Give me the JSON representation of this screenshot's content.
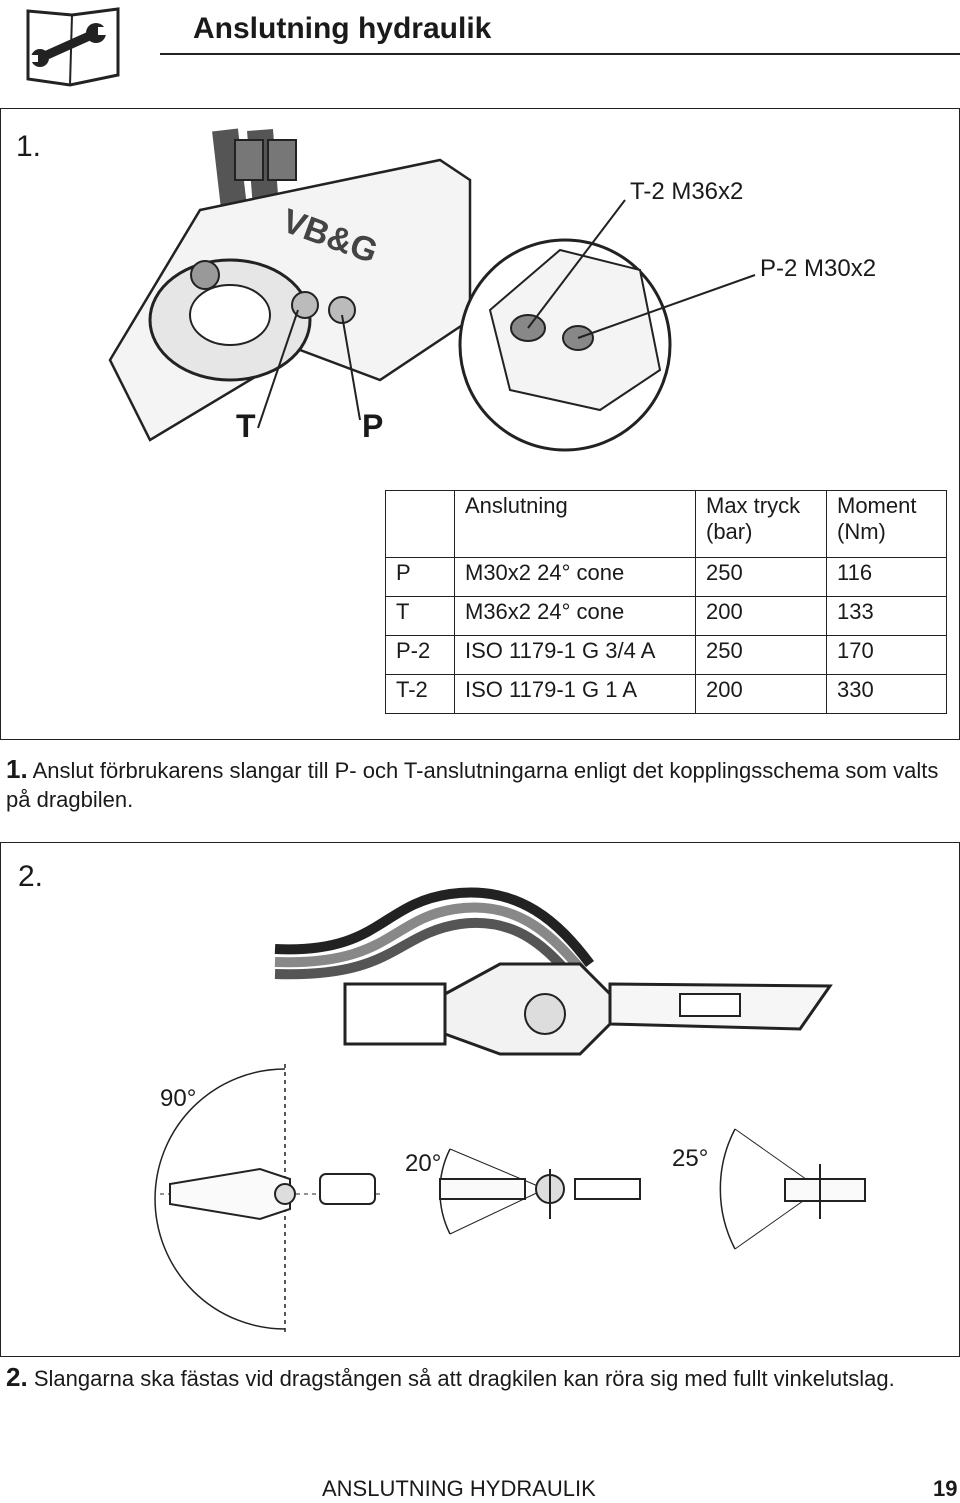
{
  "header": {
    "title": "Anslutning hydraulik",
    "icon": "wrench-manual-icon"
  },
  "figure1": {
    "step": "1.",
    "callout_t2": "T-2 M36x2",
    "callout_p2": "P-2 M30x2",
    "label_t": "T",
    "label_p": "P"
  },
  "spec_table": {
    "headers": [
      "",
      "Anslutning",
      "Max tryck (bar)",
      "Moment (Nm)"
    ],
    "rows": [
      [
        "P",
        "M30x2 24° cone",
        "250",
        "116"
      ],
      [
        "T",
        "M36x2 24° cone",
        "200",
        "133"
      ],
      [
        "P-2",
        "ISO 1179-1 G 3/4 A",
        "250",
        "170"
      ],
      [
        "T-2",
        "ISO 1179-1 G 1 A",
        "200",
        "330"
      ]
    ]
  },
  "instruction1": {
    "number": "1.",
    "text": "Anslut förbrukarens slangar till P- och T-anslutningarna enligt det kopplingsschema som valts på dragbilen."
  },
  "figure2": {
    "step": "2.",
    "angle_90": "90°",
    "angle_20": "20°",
    "angle_25": "25°"
  },
  "instruction2": {
    "number": "2.",
    "text": "Slangarna ska fästas vid dragstången så att dragkilen kan röra sig med fullt vinkelutslag."
  },
  "footer": {
    "section": "ANSLUTNING HYDRAULIK",
    "page": "19"
  }
}
